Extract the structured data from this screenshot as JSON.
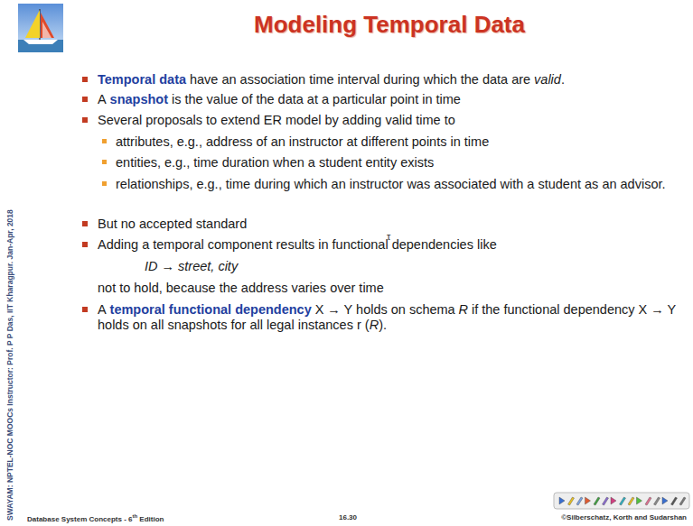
{
  "diagram": {
    "title": "Modeling Temporal Data",
    "labels": [
      "SWAYAM: NPTEL-NOC MOOCs Instructor: Prof. P P Das, IIT Kharagpur. Jan-Apr, 2018",
      "Temporal data",
      "have an association time interval during which the data are",
      "valid",
      ".",
      "A",
      "snapshot",
      "is the value of the data at a particular point in time",
      "Several proposals to extend ER model by adding valid time to",
      "attributes, e.g., address of an instructor at different points in time",
      "entities, e.g., time duration when a student entity exists",
      "relationships, e.g., time during which an instructor was associated with a student as an advisor.",
      "τ",
      "But no accepted standard",
      "Adding a temporal component results in functional dependencies like",
      "ID → street, city",
      "not to hold, because the address varies over time",
      "A",
      "temporal functional dependency",
      "X → Y holds on schema",
      "R",
      "if the functional dependency X → Y holds on all snapshots for all legal instances r (",
      "R",
      ").",
      "Database System Concepts - 6",
      "th",
      "Edition",
      "16.30",
      "©Silberschatz, Korth and Sudarshan"
    ]
  }
}
